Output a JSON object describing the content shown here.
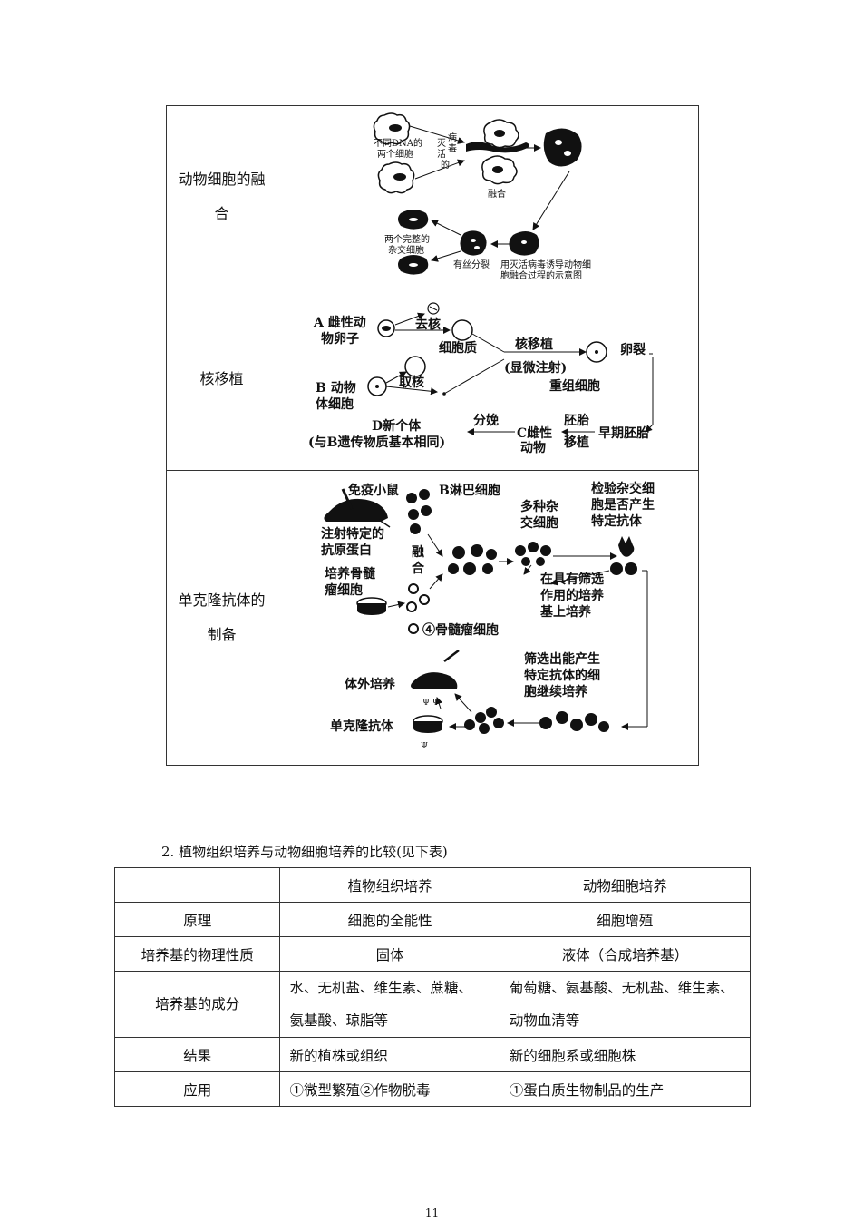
{
  "table1": {
    "rows": [
      {
        "label": "动物细胞的融合",
        "figure": {
          "labels": [
            "不同DNA的",
            "两个细胞",
            "灭",
            "活",
            "病",
            "毒",
            "的",
            "融合",
            "两个完整的",
            "杂交细胞",
            "有丝分裂",
            "用灭活病毒诱导动物细",
            "胞融合过程的示意图"
          ]
        }
      },
      {
        "label": "核移植",
        "figure": {
          "labels": [
            "A 雌性动",
            "物卵子",
            "去核",
            "细胞质",
            "核移植",
            "(显微注射)",
            "卵裂",
            "B 动物",
            "体细胞",
            "取核",
            "重组细胞",
            "D新个体",
            "(与B遗传物质基本相同)",
            "分娩",
            "C雌性",
            "动物",
            "胚胎",
            "移植",
            "早期胚胎"
          ]
        }
      },
      {
        "label": "单克隆抗体的制备",
        "figure": {
          "labels": [
            "免疫小鼠",
            "B淋巴细胞",
            "注射特定的",
            "抗原蛋白",
            "培养骨髓",
            "瘤细胞",
            "融",
            "合",
            "④骨髓瘤细胞",
            "多种杂",
            "交细胞",
            "检验杂交细",
            "胞是否产生",
            "特定抗体",
            "在具有筛选",
            "作用的培养",
            "基上培养",
            "筛选出能产生",
            "特定抗体的细",
            "胞继续培养",
            "体外培养",
            "单克隆抗体"
          ]
        }
      }
    ]
  },
  "caption2": "2. 植物组织培养与动物细胞培养的比较(见下表)",
  "table2": {
    "header": [
      "",
      "植物组织培养",
      "动物细胞培养"
    ],
    "rows": [
      {
        "name": "原理",
        "plant": "细胞的全能性",
        "animal": "细胞增殖"
      },
      {
        "name": "培养基的物理性质",
        "plant": "固体",
        "animal": "液体（合成培养基）"
      },
      {
        "name": "培养基的成分",
        "plant": [
          "水、无机盐、维生素、蔗糖、",
          "氨基酸、琼脂等"
        ],
        "animal": [
          "葡萄糖、氨基酸、无机盐、维生素、",
          "动物血清等"
        ]
      },
      {
        "name": "结果",
        "plant": "新的植株或组织",
        "animal": "新的细胞系或细胞株"
      },
      {
        "name": "应用",
        "plant": "①微型繁殖②作物脱毒",
        "animal": "①蛋白质生物制品的生产"
      }
    ]
  },
  "page_number": "11"
}
